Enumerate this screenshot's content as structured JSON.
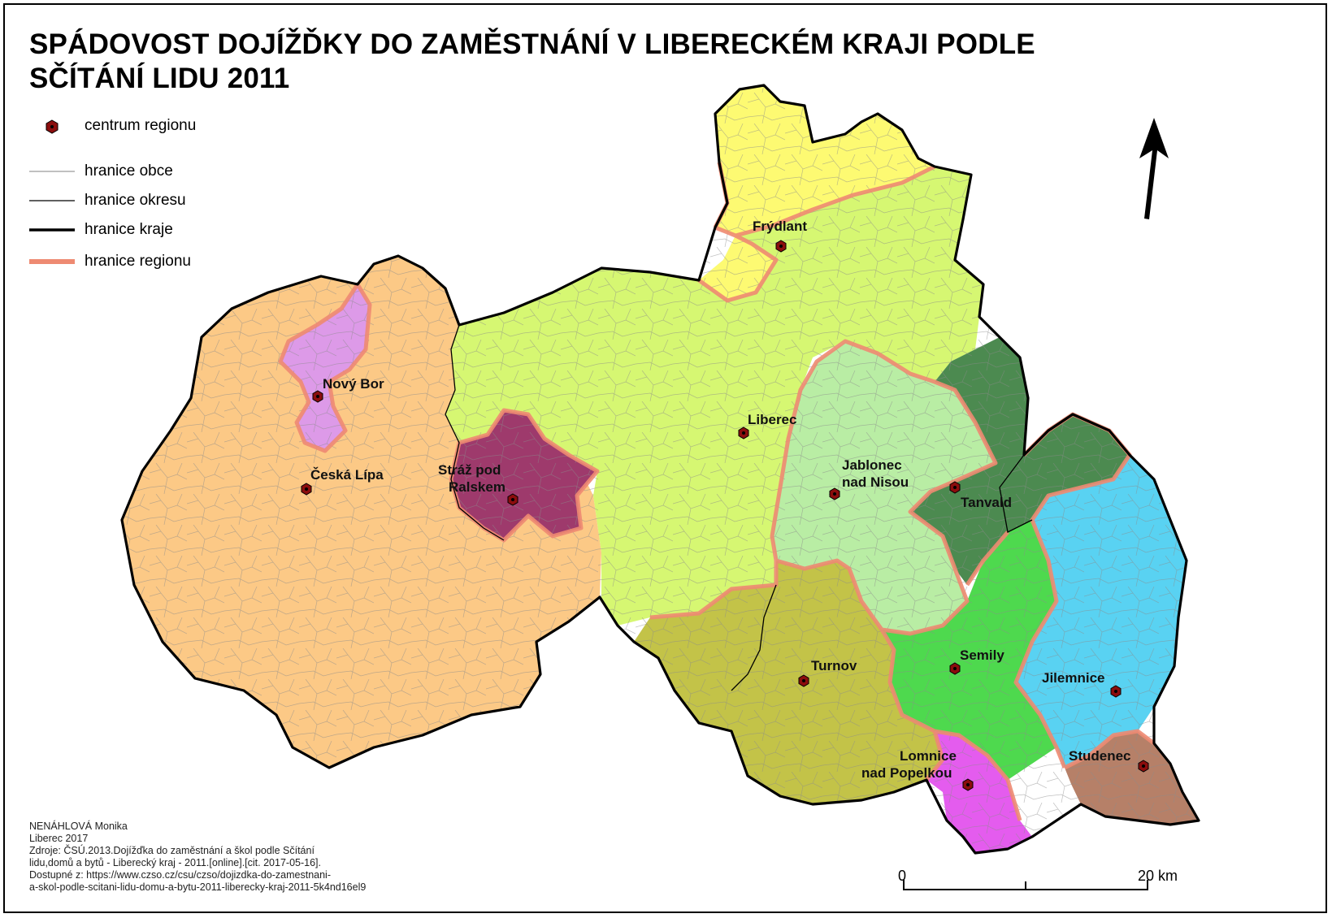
{
  "title": "SPÁDOVOST DOJÍŽĎKY DO ZAMĚSTNÁNÍ V LIBERECKÉM KRAJI PODLE SČÍTÁNÍ LIDU 2011",
  "legend": [
    {
      "key": "center",
      "label": "centrum regionu",
      "color": "#8b0d0d"
    },
    {
      "key": "obec",
      "label": "hranice obce",
      "color": "#9a9a9a"
    },
    {
      "key": "okres",
      "label": "hranice okresu",
      "color": "#000000"
    },
    {
      "key": "kraj",
      "label": "hranice kraje",
      "color": "#000000"
    },
    {
      "key": "region",
      "label": "hranice regionu",
      "color": "#ee8a72"
    }
  ],
  "regions": [
    {
      "name": "Česká Lípa",
      "color": "#fcc986"
    },
    {
      "name": "Nový Bor",
      "color": "#dd9ae8"
    },
    {
      "name": "Stráž pod Ralskem",
      "color": "#9e3a6c"
    },
    {
      "name": "Liberec",
      "color": "#d6f772"
    },
    {
      "name": "Frýdlant",
      "color": "#fdfa72"
    },
    {
      "name": "Jablonec nad Nisou",
      "color": "#b9eda4"
    },
    {
      "name": "Tanvald",
      "color": "#4c8a50"
    },
    {
      "name": "Turnov",
      "color": "#c3c348"
    },
    {
      "name": "Semily",
      "color": "#4ed94e"
    },
    {
      "name": "Lomnice nad Popelkou",
      "color": "#e45cee"
    },
    {
      "name": "Jilemnice",
      "color": "#59d2f2"
    },
    {
      "name": "Studenec",
      "color": "#b68068"
    }
  ],
  "places": {
    "frydlant": "Frýdlant",
    "novy_bor": "Nový Bor",
    "ceska_lipa": "Česká Lípa",
    "straz_1": "Stráž pod",
    "straz_2": "Ralskem",
    "liberec": "Liberec",
    "jablonec_1": "Jablonec",
    "jablonec_2": "nad Nisou",
    "tanvald": "Tanvald",
    "turnov": "Turnov",
    "semily": "Semily",
    "jilemnice": "Jilemnice",
    "lomnice_1": "Lomnice",
    "lomnice_2": "nad Popelkou",
    "studenec": "Studenec"
  },
  "credits": [
    "NENÁHLOVÁ Monika",
    "Liberec 2017",
    "Zdroje: ČSÚ.2013.Dojížďka do zaměstnání a škol podle Sčítání",
    "lidu,domů a bytů - Liberecký kraj - 2011.[online].[cit. 2017-05-16].",
    "Dostupné z: https://www.czso.cz/csu/czso/dojizdka-do-zamestnani-",
    "a-skol-podle-scitani-lidu-domu-a-bytu-2011-liberecky-kraj-2011-5k4nd16el9"
  ],
  "scale": {
    "start": "0",
    "end": "20 km"
  }
}
